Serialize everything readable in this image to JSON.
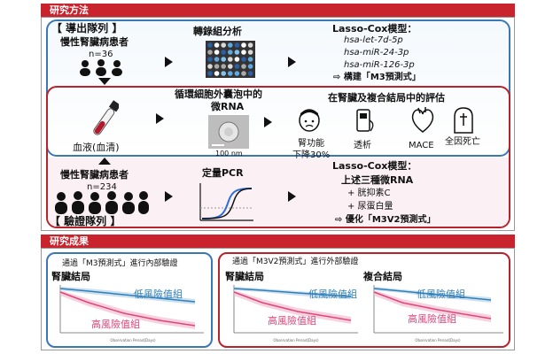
{
  "methods": {
    "header": "研究方法",
    "derivation": {
      "label": "【 導出隊列 】",
      "patients": "慢性腎臟病患者",
      "n": "n=36"
    },
    "transcriptome": "轉錄組分析",
    "lasso1": {
      "title": "Lasso-Cox模型：",
      "mirnas": [
        "hsa-let-7d-5p",
        "hsa-miR-24-3p",
        "hsa-miR-126-3p"
      ],
      "build": "⇨ 構建「M3預測式」"
    },
    "vesicle": {
      "title_line1": "循環細胞外囊泡中的",
      "title_line2": "微RNA",
      "scale": "100 nm"
    },
    "blood": "血液(血清)",
    "evaluation": {
      "title": "在腎臟及複合結局中的評估",
      "items": [
        {
          "icon": "kidney-face-icon",
          "label": "腎功能\n下降30%"
        },
        {
          "icon": "dialysis-icon",
          "label": "透析"
        },
        {
          "icon": "heart-icon",
          "label": "MACE"
        },
        {
          "icon": "tombstone-icon",
          "label": "全因死亡"
        }
      ]
    },
    "validation": {
      "patients": "慢性腎臟病患者",
      "n": "n=234",
      "label": "【 驗證隊列 】"
    },
    "pcr": "定量PCR",
    "lasso2": {
      "title": "Lasso-Cox模型：",
      "line1": "上述三種微RNA",
      "line2": "+ 胱抑素C",
      "line3": "+ 尿蛋白量",
      "line4": "⇨ 優化「M3V2預測式」"
    }
  },
  "results": {
    "header": "研究成果",
    "internal": {
      "title": "通過「M3預測式」進行內部驗證",
      "outcome": "腎臟結局",
      "low": "低風險值組",
      "high": "高風險值組"
    },
    "external": {
      "title": "通過「M3V2預測式」進行外部驗證",
      "outcome1": "腎臟結局",
      "outcome2": "複合結局",
      "low": "低風險值組",
      "high": "高風險值組"
    }
  },
  "colors": {
    "red": "#c9232d",
    "blue_box": "#3a78b5",
    "low": "#2f7fb8",
    "high": "#e0457a"
  }
}
